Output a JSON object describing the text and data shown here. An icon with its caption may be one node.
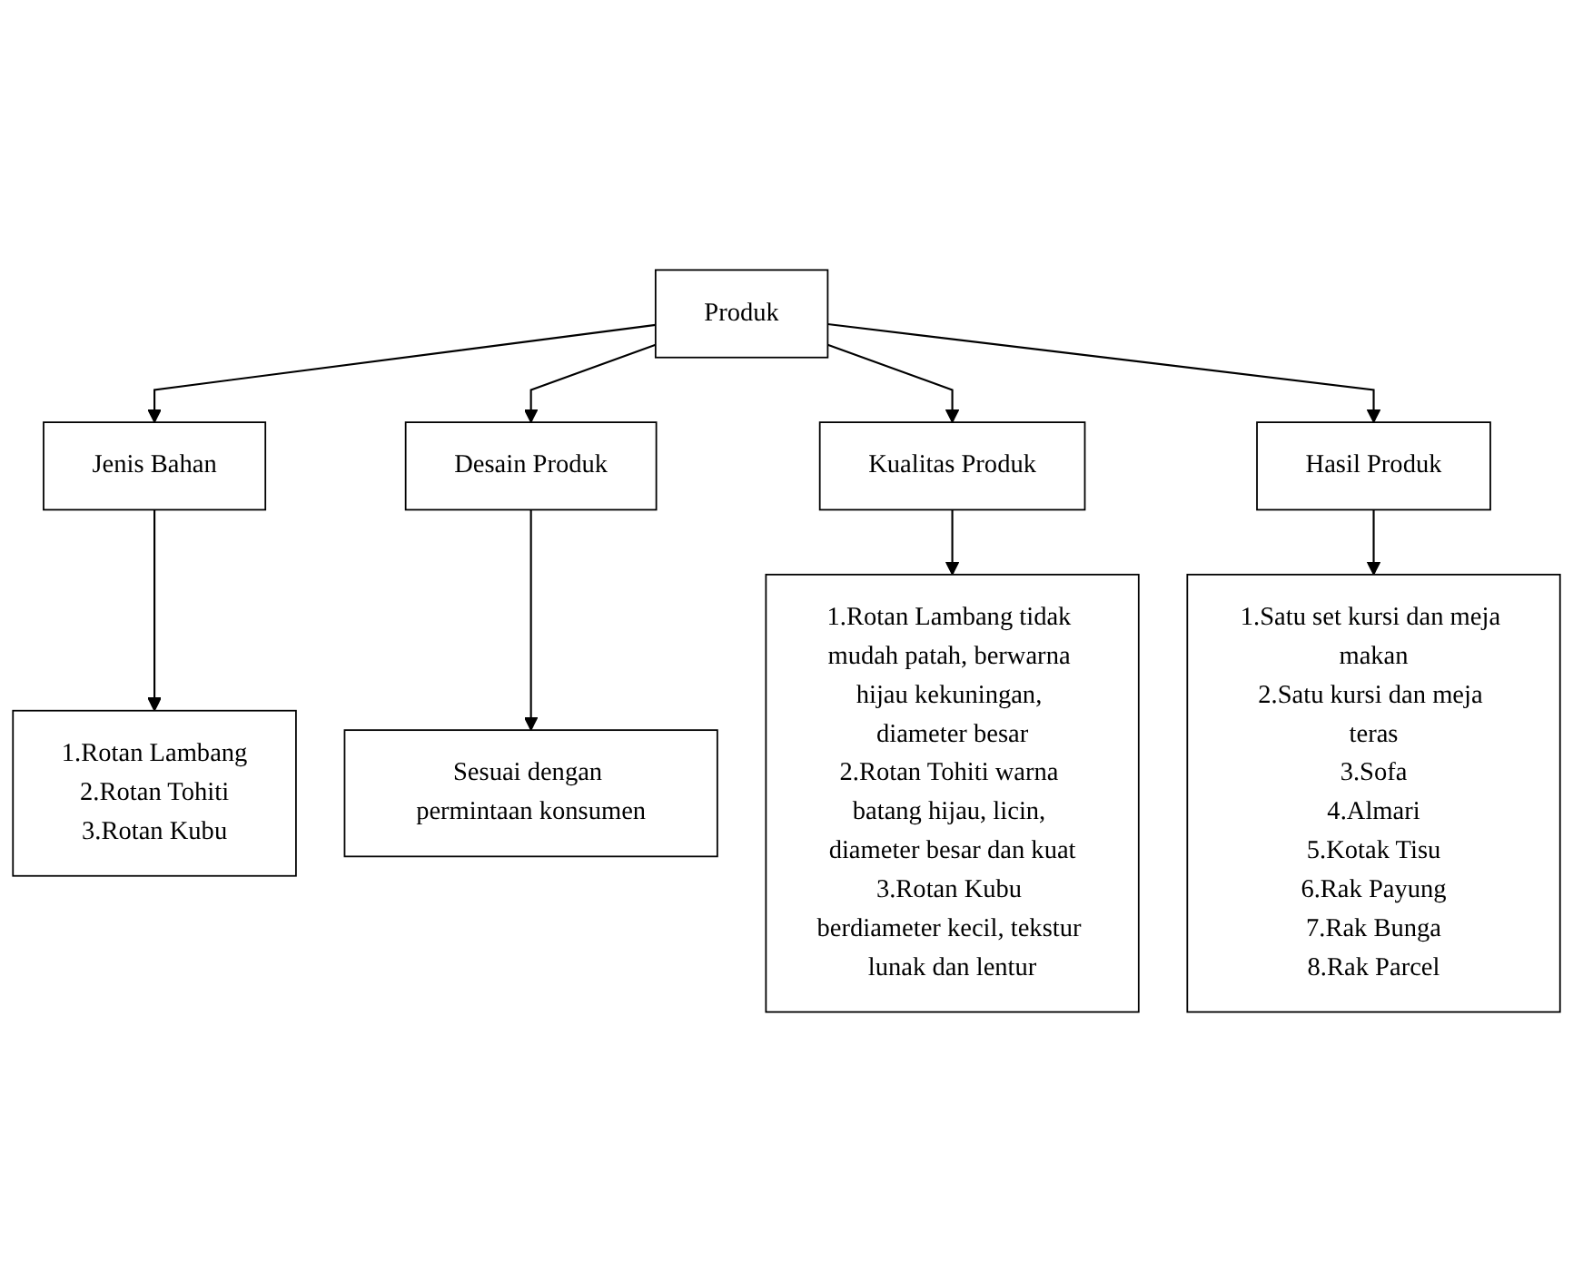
{
  "diagram": {
    "nodes": [
      {
        "text": [
          "Produk"
        ]
      },
      {
        "text": [
          "Jenis Bahan"
        ]
      },
      {
        "text": [
          "Desain Produk"
        ]
      },
      {
        "text": [
          "Kualitas Produk"
        ]
      },
      {
        "text": [
          "Hasil Produk"
        ]
      },
      {
        "text": [
          "1.Rotan Lambang",
          "2.Rotan Tohiti",
          "3.Rotan Kubu"
        ]
      },
      {
        "text": [
          "Sesuai dengan permintaan konsumen"
        ]
      },
      {
        "text": [
          "1.Rotan Lambang tidak mudah patah, berwarna hijau kekuningan, diameter besar",
          "2.Rotan Tohiti warna batang hijau, licin, diameter besar dan kuat",
          "3.Rotan Kubu berdiameter kecil, tekstur lunak dan lentur"
        ]
      },
      {
        "text": [
          "1.Satu set kursi dan meja makan",
          "2.Satu kursi dan meja teras",
          "3.Sofa",
          "4.Almari",
          "5.Kotak Tisu",
          "6.Rak Payung",
          "7.Rak Bunga",
          "8.Rak Parcel"
        ]
      }
    ],
    "edges": [
      {
        "from": 0,
        "to": 1,
        "arrow": "to"
      },
      {
        "from": 0,
        "to": 2,
        "arrow": "to"
      },
      {
        "from": 0,
        "to": 3,
        "arrow": "to"
      },
      {
        "from": 0,
        "to": 4,
        "arrow": "to"
      },
      {
        "from": 1,
        "to": 5,
        "arrow": "to"
      },
      {
        "from": 2,
        "to": 6,
        "arrow": "to"
      },
      {
        "from": 3,
        "to": 7,
        "arrow": "to"
      },
      {
        "from": 4,
        "to": 8,
        "arrow": "to"
      }
    ]
  }
}
